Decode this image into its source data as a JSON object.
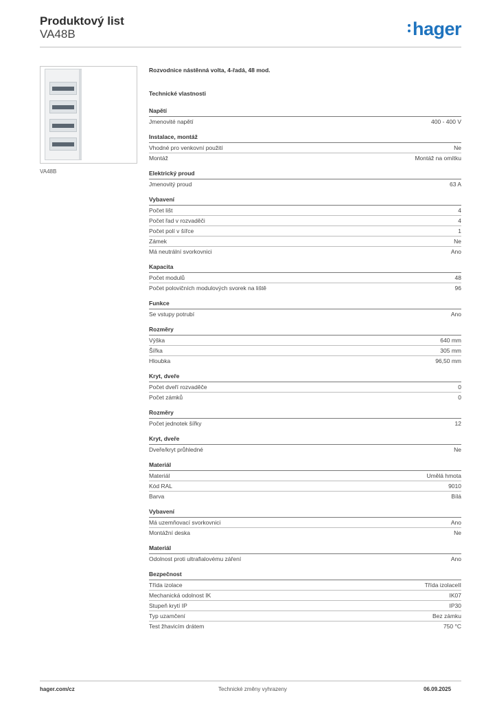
{
  "header": {
    "title": "Produktový list",
    "subtitle": "VA48B",
    "logo": "hager"
  },
  "image_caption": "VA48B",
  "description": "Rozvodnice nástěnná volta, 4-řadá, 48 mod.",
  "tech_heading": "Technické vlastnosti",
  "sections": [
    {
      "title": "Napětí",
      "rows": [
        {
          "label": "Jmenovité napětí",
          "value": "400 - 400 V"
        }
      ]
    },
    {
      "title": "Instalace, montáž",
      "rows": [
        {
          "label": "Vhodné pro venkovní použití",
          "value": "Ne"
        },
        {
          "label": "Montáž",
          "value": "Montáž na omítku"
        }
      ]
    },
    {
      "title": "Elektrický proud",
      "rows": [
        {
          "label": "Jmenovitý proud",
          "value": "63 A"
        }
      ]
    },
    {
      "title": "Vybavení",
      "rows": [
        {
          "label": "Počet lišt",
          "value": "4"
        },
        {
          "label": "Počet řad v rozvaděči",
          "value": "4"
        },
        {
          "label": "Počet polí v šířce",
          "value": "1"
        },
        {
          "label": "Zámek",
          "value": "Ne"
        },
        {
          "label": "Má neutrální svorkovnici",
          "value": "Ano"
        }
      ]
    },
    {
      "title": "Kapacita",
      "rows": [
        {
          "label": "Počet modulů",
          "value": "48"
        },
        {
          "label": "Počet polovičních modulových svorek na liště",
          "value": "96"
        }
      ]
    },
    {
      "title": "Funkce",
      "rows": [
        {
          "label": "Se vstupy potrubí",
          "value": "Ano"
        }
      ]
    },
    {
      "title": "Rozměry",
      "rows": [
        {
          "label": "Výška",
          "value": "640 mm"
        },
        {
          "label": "Šířka",
          "value": "305 mm"
        },
        {
          "label": "Hloubka",
          "value": "96,50 mm"
        }
      ]
    },
    {
      "title": "Kryt, dveře",
      "rows": [
        {
          "label": "Počet dveří rozvaděče",
          "value": "0"
        },
        {
          "label": "Počet zámků",
          "value": "0"
        }
      ]
    },
    {
      "title": "Rozměry",
      "rows": [
        {
          "label": "Počet jednotek šířky",
          "value": "12"
        }
      ]
    },
    {
      "title": "Kryt, dveře",
      "rows": [
        {
          "label": "Dveře/kryt průhledné",
          "value": "Ne"
        }
      ]
    },
    {
      "title": "Materiál",
      "rows": [
        {
          "label": "Materiál",
          "value": "Umělá hmota"
        },
        {
          "label": "Kód RAL",
          "value": "9010"
        },
        {
          "label": "Barva",
          "value": "Bílá"
        }
      ]
    },
    {
      "title": "Vybavení",
      "rows": [
        {
          "label": "Má uzemňovací svorkovnici",
          "value": "Ano"
        },
        {
          "label": "Montážní deska",
          "value": "Ne"
        }
      ]
    },
    {
      "title": "Materiál",
      "rows": [
        {
          "label": "Odolnost proti ultrafialovému záření",
          "value": "Ano"
        }
      ]
    },
    {
      "title": "Bezpečnost",
      "rows": [
        {
          "label": "Třída izolace",
          "value": "Třída izolaceII"
        },
        {
          "label": "Mechanická odolnost IK",
          "value": "IK07"
        },
        {
          "label": "Stupeň krytí IP",
          "value": "IP30"
        },
        {
          "label": "Typ uzamčení",
          "value": "Bez zámku"
        },
        {
          "label": "Test žhavicím drátem",
          "value": "750 °C"
        }
      ]
    }
  ],
  "footer": {
    "website": "hager.com/cz",
    "note": "Technické změny vyhrazeny",
    "date": "06.09.2025"
  },
  "colors": {
    "brand": "#1e73be",
    "text": "#3a3a3a",
    "rule": "#bdbdbd"
  }
}
